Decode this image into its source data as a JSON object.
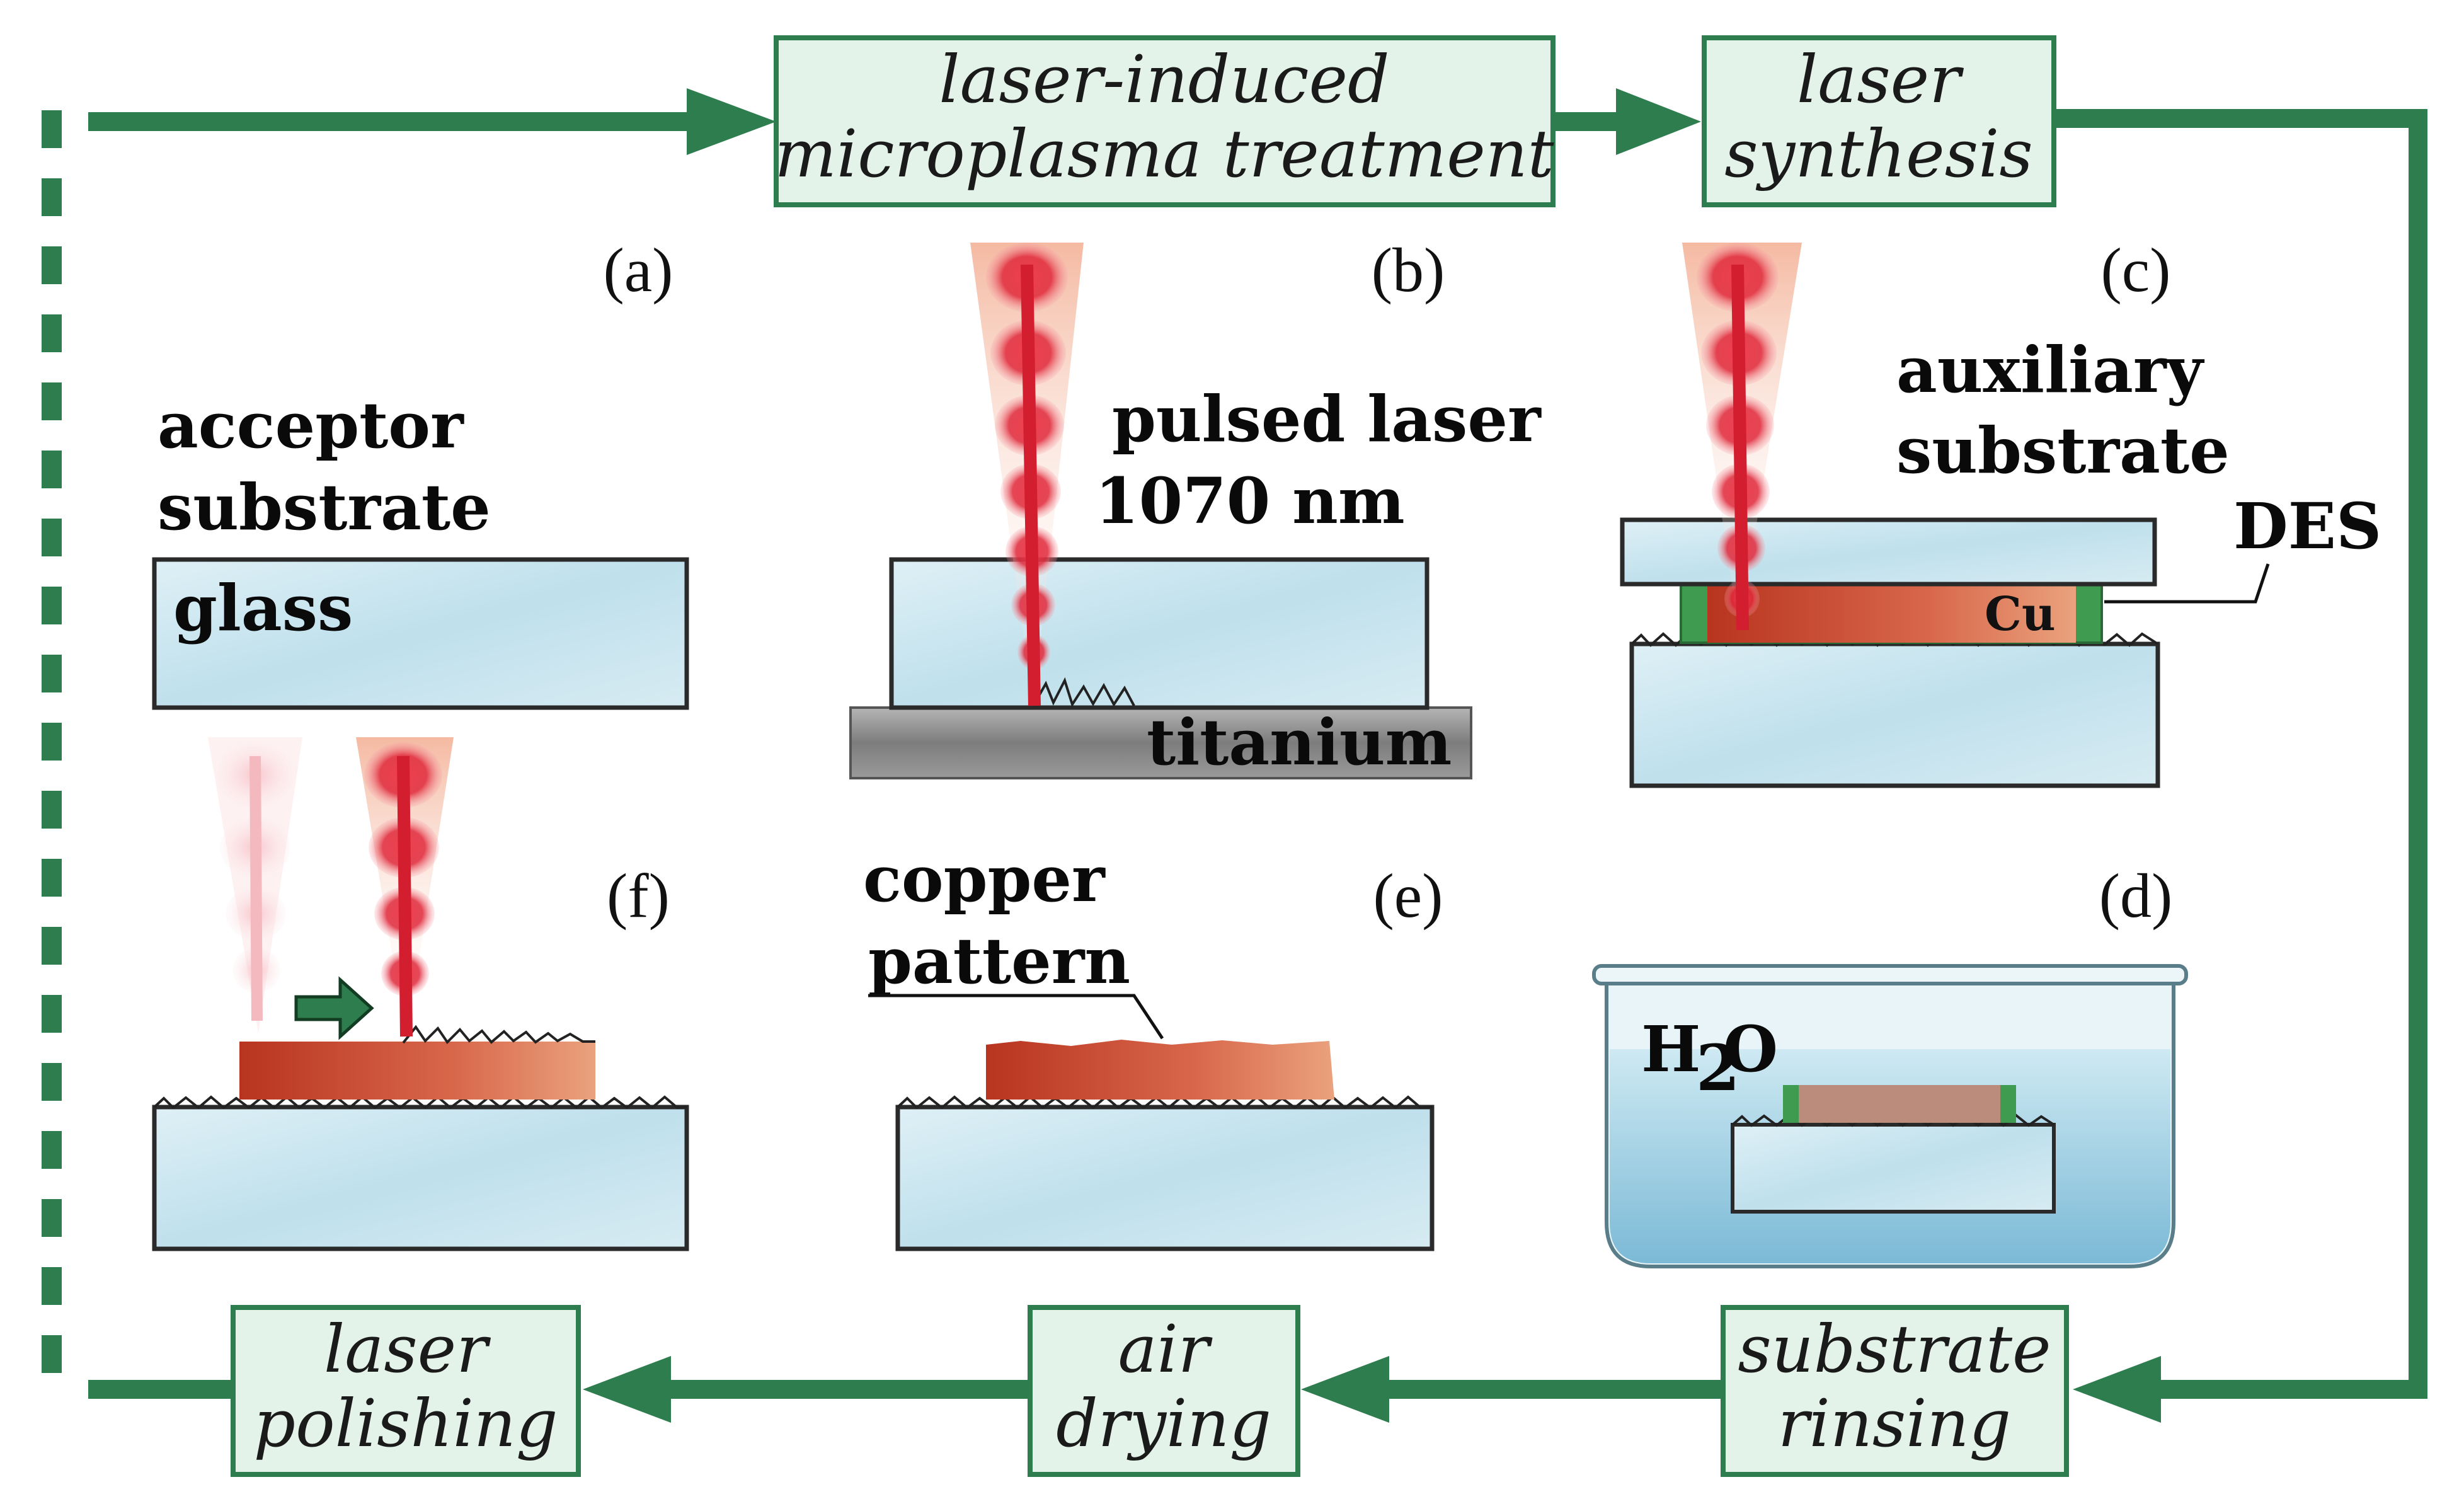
{
  "steps": {
    "microplasma": [
      "laser-induced",
      "microplasma treatment"
    ],
    "synthesis": [
      "laser",
      "synthesis"
    ],
    "rinsing": [
      "substrate",
      "rinsing"
    ],
    "drying": [
      "air",
      "drying"
    ],
    "polishing": [
      "laser",
      "polishing"
    ]
  },
  "panels": {
    "a": "(a)",
    "b": "(b)",
    "c": "(c)",
    "d": "(d)",
    "e": "(e)",
    "f": "(f)"
  },
  "labels": {
    "acceptor": [
      "acceptor",
      "substrate"
    ],
    "glass": "glass",
    "pulsed": [
      "pulsed laser",
      "1070 nm"
    ],
    "titanium": "titanium",
    "auxiliary": [
      "auxiliary",
      "substrate"
    ],
    "des": "DES",
    "cu": "Cu",
    "h2o_h": "H",
    "h2o_sub": "2",
    "h2o_o": "O",
    "copper": [
      "copper",
      "pattern"
    ]
  },
  "colors": {
    "flow_arrow": "#2e7d4f",
    "step_box_fill": "#e4f3ea",
    "step_box_stroke": "#2e7d4f",
    "glass": "#cfe6ee",
    "copper": "#c8563f",
    "des_green": "#3e9b4f",
    "laser": "#e0283a",
    "titanium": "#8c8c8c",
    "water": "#9fd0e3"
  }
}
